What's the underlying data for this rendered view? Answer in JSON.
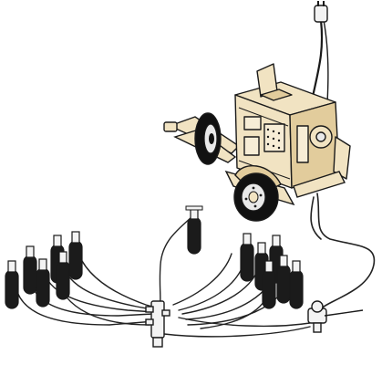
{
  "illustration": {
    "subject": "trailer-mounted-compressor-with-bottle-manifold",
    "colors": {
      "outline": "#1a1a1a",
      "body": "#f1e3c2",
      "body_shade": "#e2cc9c",
      "tire": "#111111",
      "hub": "#e9e9e9",
      "hose": "#222222",
      "bottle": "#1b1b1b",
      "valve": "#f3f3f3"
    },
    "bottle_groups": [
      {
        "name": "left-bank",
        "count": 6
      },
      {
        "name": "center",
        "count": 1
      },
      {
        "name": "right-bank",
        "count": 6
      }
    ]
  }
}
